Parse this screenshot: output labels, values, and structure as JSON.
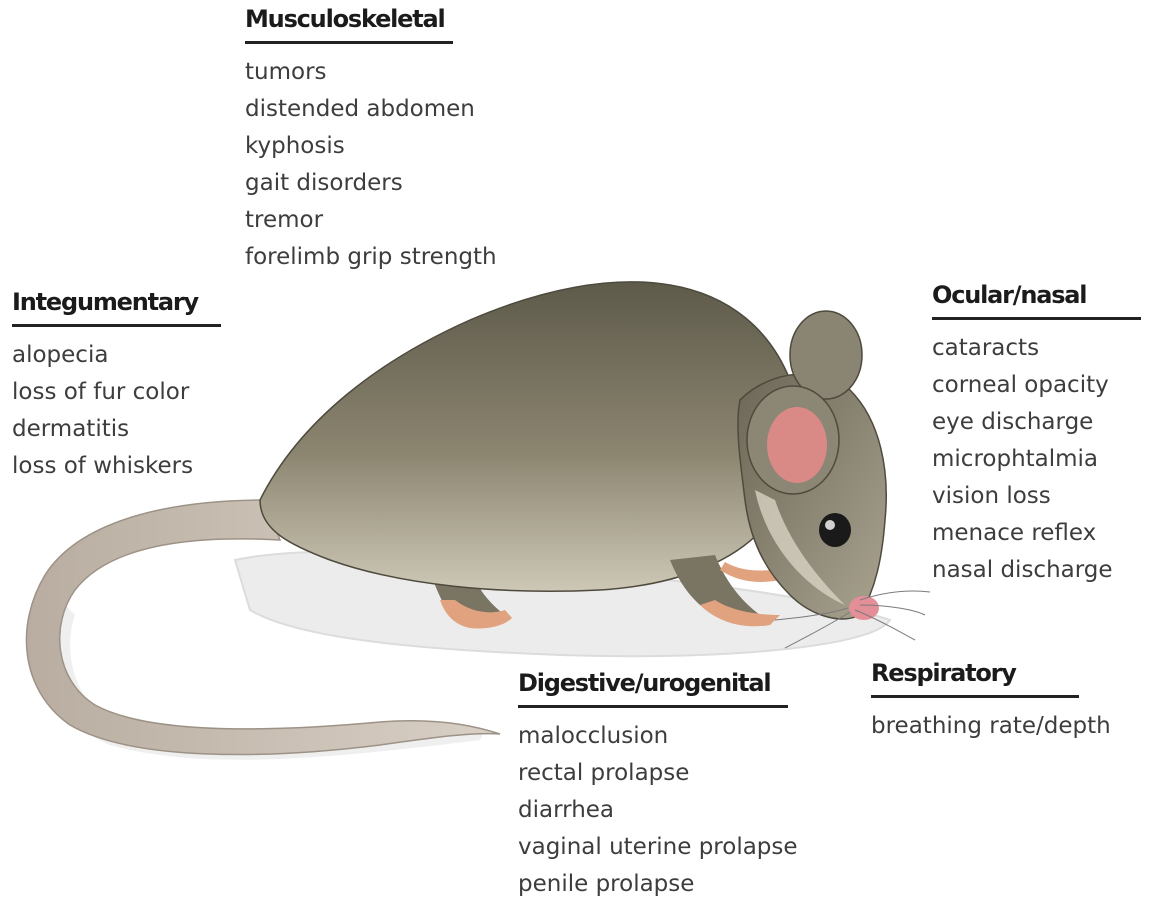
{
  "groups": {
    "musculoskeletal": {
      "title": "Musculoskeletal",
      "items": [
        "tumors",
        "distended abdomen",
        "kyphosis",
        "gait disorders",
        "tremor",
        "forelimb grip strength"
      ]
    },
    "integumentary": {
      "title": "Integumentary",
      "items": [
        "alopecia",
        "loss of fur color",
        "dermatitis",
        "loss of whiskers"
      ]
    },
    "ocular_nasal": {
      "title": "Ocular/nasal",
      "items": [
        "cataracts",
        "corneal opacity",
        "eye discharge",
        "microphtalmia",
        "vision loss",
        "menace reflex",
        "nasal discharge"
      ]
    },
    "digestive_urogenital": {
      "title": "Digestive/urogenital",
      "items": [
        "malocclusion",
        "rectal prolapse",
        "diarrhea",
        "vaginal uterine prolapse",
        "penile prolapse"
      ]
    },
    "respiratory": {
      "title": "Respiratory",
      "items": [
        "breathing rate/depth"
      ]
    }
  },
  "colors": {
    "fur": "#7d7765",
    "fur_light": "#cfcab8",
    "ear_inner": "#d98a86",
    "tail": "#c9bfb2",
    "paw": "#e0a27f",
    "shadow": "#e8e8e8"
  }
}
